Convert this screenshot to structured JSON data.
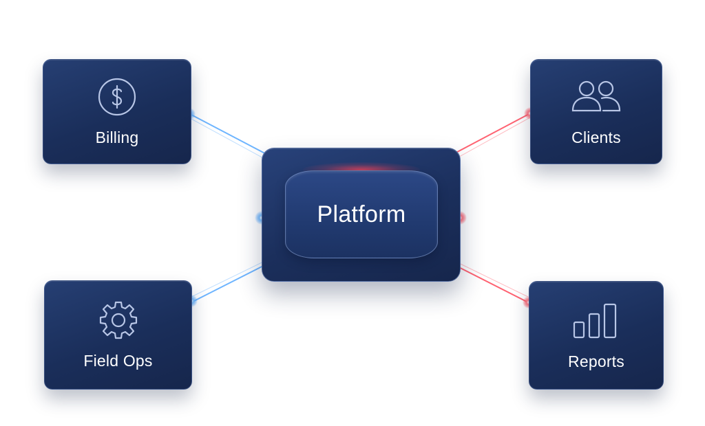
{
  "diagram": {
    "hub": {
      "title": "Platform"
    },
    "nodes": {
      "billing": {
        "label": "Billing",
        "icon": "dollar-circle-icon"
      },
      "clients": {
        "label": "Clients",
        "icon": "users-icon"
      },
      "field_ops": {
        "label": "Field Ops",
        "icon": "gear-icon"
      },
      "reports": {
        "label": "Reports",
        "icon": "bar-chart-icon"
      }
    },
    "colors": {
      "card": "#1f3566",
      "left_connector": "#4aa3ff",
      "right_connector": "#ff3b4e",
      "label": "#ffffff",
      "icon_stroke": "#b8c6e6"
    }
  }
}
